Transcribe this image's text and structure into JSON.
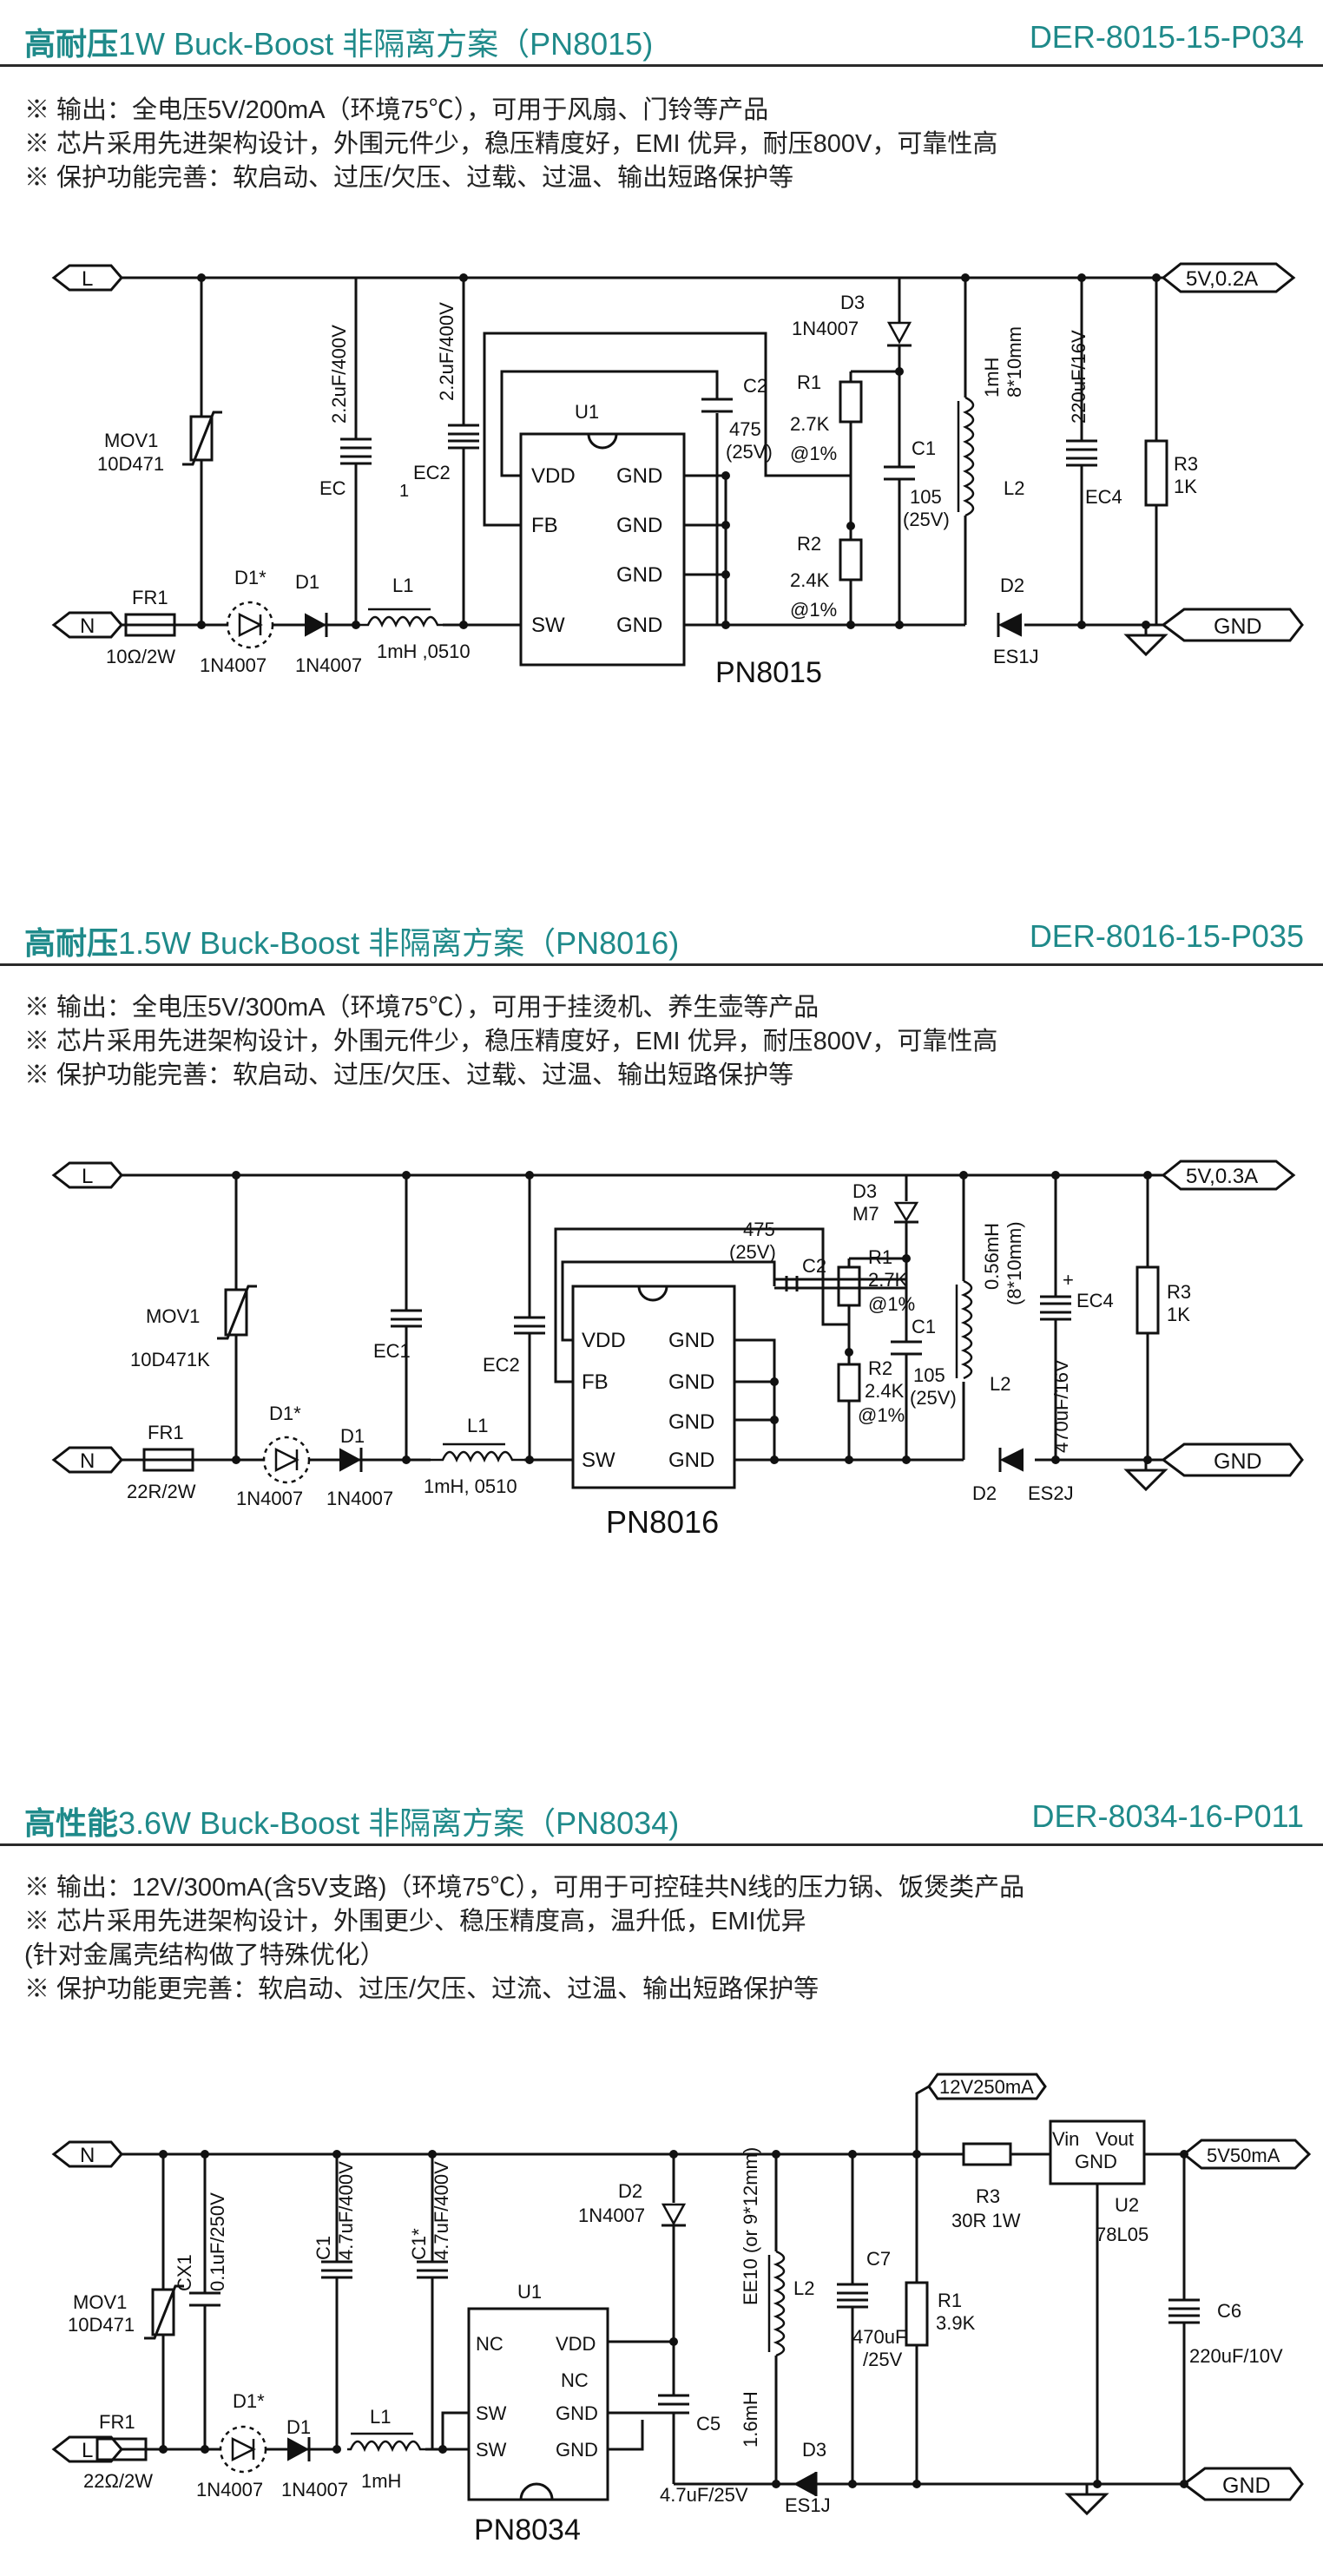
{
  "sections": [
    {
      "title_bold": "高耐压",
      "title_rest": "1W Buck-Boost 非隔离方案（PN8015)",
      "code": "DER-8015-15-P034",
      "bullets": [
        "※ 输出：全电压5V/200mA（环境75℃），可用于风扇、门铃等产品",
        "※ 芯片采用先进架构设计，外围元件少，稳压精度好，EMI 优异，耐压800V，可靠性高",
        "※ 保护功能完善：软启动、过压/欠压、过载、过温、输出短路保护等"
      ],
      "labels": {
        "L": "L",
        "N": "N",
        "out": "5V,0.2A",
        "gnd": "GND",
        "mov": "MOV1",
        "mov_val": "10D471",
        "fr": "FR1",
        "fr_val": "10Ω/2W",
        "d1s": "D1*",
        "d1s_val": "1N4007",
        "d1": "D1",
        "d1_val": "1N4007",
        "l1": "L1",
        "l1_val": "1mH ,0510",
        "ec": "EC",
        "ec_val": "2.2uF/400V",
        "ec2": "EC2",
        "ec2_val": "2.2uF/400V",
        "one": "1",
        "u": "U1",
        "vdd": "VDD",
        "fb": "FB",
        "sw": "SW",
        "gnd1": "GND",
        "gnd2": "GND",
        "gnd3": "GND",
        "gnd4": "GND",
        "c2": "C2",
        "c2_val": "475",
        "c2_v": "(25V)",
        "d3": "D3",
        "d3_val": "1N4007",
        "r1": "R1",
        "r1_val": "2.7K",
        "r1_t": "@1%",
        "r2": "R2",
        "r2_val": "2.4K",
        "r2_t": "@1%",
        "c1": "C1",
        "c1_val": "105",
        "c1_v": "(25V)",
        "l2_val": "1mH",
        "l2_size": "8*10mm",
        "l2": "L2",
        "d2": "D2",
        "d2_val": "ES1J",
        "ec4_val": "220uF/16V",
        "ec4": "EC4",
        "r3": "R3",
        "r3_val": "1K",
        "chip": "PN8015"
      }
    },
    {
      "title_bold": "高耐压",
      "title_rest": "1.5W Buck-Boost 非隔离方案（PN8016)",
      "code": "DER-8016-15-P035",
      "bullets": [
        "※ 输出：全电压5V/300mA（环境75℃），可用于挂烫机、养生壶等产品",
        "※ 芯片采用先进架构设计，外围元件少，稳压精度好，EMI 优异，耐压800V，可靠性高",
        "※ 保护功能完善：软启动、过压/欠压、过载、过温、输出短路保护等"
      ],
      "labels": {
        "L": "L",
        "N": "N",
        "out": "5V,0.3A",
        "gnd": "GND",
        "mov": "MOV1",
        "mov_val": "10D471K",
        "fr": "FR1",
        "fr_val": "22R/2W",
        "d1s": "D1*",
        "d1s_val": "1N4007",
        "d1": "D1",
        "d1_val": "1N4007",
        "l1": "L1",
        "l1_val": "1mH, 0510",
        "ec1": "EC1",
        "ec2": "EC2",
        "vdd": "VDD",
        "fb": "FB",
        "sw": "SW",
        "gnd1": "GND",
        "gnd2": "GND",
        "gnd3": "GND",
        "gnd4": "GND",
        "c2": "C2",
        "c2_val": "475",
        "c2_v": "(25V)",
        "d3": "D3",
        "d3_val": "M7",
        "r1": "R1",
        "r1_val": "2.7K",
        "r1_t": "@1%",
        "r2": "R2",
        "r2_val": "2.4K",
        "r2_t": "@1%",
        "c1": "C1",
        "c1_val": "105",
        "c1_v": "(25V)",
        "l2_val": "0.56mH",
        "l2_size": "(8*10mm)",
        "l2": "L2",
        "d2": "D2",
        "d2_val": "ES2J",
        "ec4": "EC4",
        "ec4_val": "470uF/16V",
        "plus": "+",
        "r3": "R3",
        "r3_val": "1K",
        "chip": "PN8016"
      }
    },
    {
      "title_bold": "高性能",
      "title_rest": "3.6W Buck-Boost 非隔离方案（PN8034)",
      "code": "DER-8034-16-P011",
      "bullets": [
        "※ 输出：12V/300mA(含5V支路)（环境75℃），可用于可控硅共N线的压力锅、饭煲类产品",
        "※ 芯片采用先进架构设计，外围更少、稳压精度高，温升低，EMI优异",
        "   (针对金属壳结构做了特殊优化）",
        "※ 保护功能更完善：软启动、过压/欠压、过流、过温、输出短路保护等"
      ],
      "labels": {
        "N": "N",
        "L": "L",
        "out12": "12V250mA",
        "out5": "5V50mA",
        "gnd": "GND",
        "mov": "MOV1",
        "mov_val": "10D471",
        "cx": "CX1",
        "cx_val": "0.1uF/250V",
        "fr": "FR1",
        "fr_val": "22Ω/2W",
        "d1s": "D1*",
        "d1s_val": "1N4007",
        "d1": "D1",
        "d1_val": "1N4007",
        "c1": "C1",
        "c1_val": "4.7uF/400V",
        "c1s": "C1*",
        "c1s_val": "4.7uF/400V",
        "l1": "L1",
        "l1_val": "1mH",
        "u": "U1",
        "nc1": "NC",
        "nc2": "NC",
        "sw1": "SW",
        "sw2": "SW",
        "vdd": "VDD",
        "gnd1": "GND",
        "gnd2": "GND",
        "d2": "D2",
        "d2_val": "1N4007",
        "c5": "C5",
        "c5_val": "4.7uF/25V",
        "l2_core": "EE10 (or 9*12mm)",
        "l2_val": "1.6mH",
        "l2": "L2",
        "d3": "D3",
        "d3_val": "ES1J",
        "c7": "C7",
        "c7_val": "470uF",
        "c7_v": "/25V",
        "r1": "R1",
        "r1_val": "3.9K",
        "r3": "R3",
        "r3_val": "30R 1W",
        "u2_in": "Vin",
        "u2_out": "Vout",
        "u2_gnd": "GND",
        "u2": "U2",
        "u2_val": "78L05",
        "c6": "C6",
        "c6_val": "220uF/10V",
        "chip": "PN8034"
      }
    }
  ]
}
